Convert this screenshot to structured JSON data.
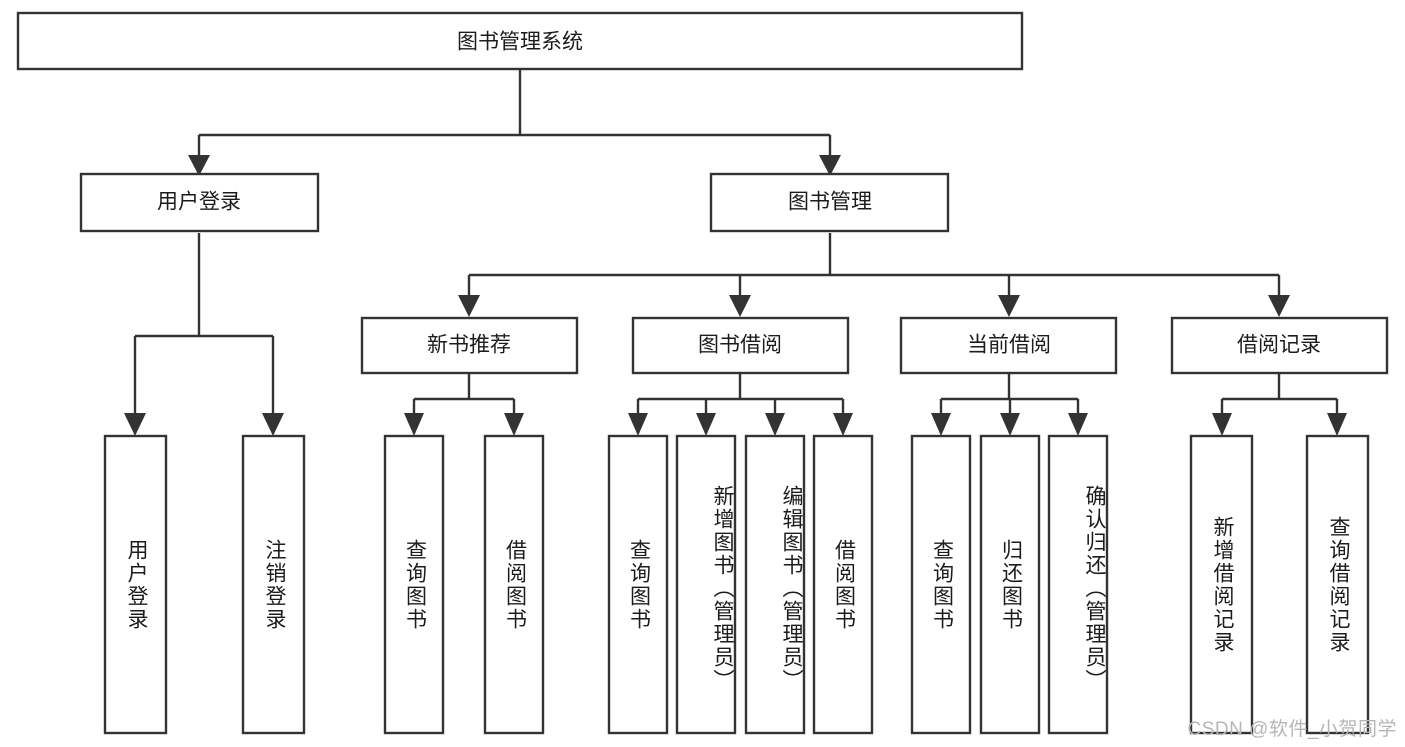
{
  "diagram": {
    "title": "图书管理系统",
    "type": "tree-hierarchy",
    "orientation": "top-down",
    "root": {
      "id": "root",
      "label": "图书管理系统",
      "level": 1
    },
    "level2": [
      {
        "id": "user-login",
        "label": "用户登录",
        "level": 2
      },
      {
        "id": "book-manage",
        "label": "图书管理",
        "level": 2
      }
    ],
    "level3": [
      {
        "id": "new-book-recommend",
        "label": "新书推荐",
        "level": 3,
        "parent": "book-manage"
      },
      {
        "id": "book-borrow",
        "label": "图书借阅",
        "level": 3,
        "parent": "book-manage"
      },
      {
        "id": "current-borrow",
        "label": "当前借阅",
        "level": 3,
        "parent": "book-manage"
      },
      {
        "id": "borrow-record",
        "label": "借阅记录",
        "level": 3,
        "parent": "book-manage"
      }
    ],
    "leaves": [
      {
        "id": "leaf-user-login",
        "label": "用户登录",
        "parent": "user-login"
      },
      {
        "id": "leaf-logout-login",
        "label": "注销登录",
        "parent": "user-login"
      },
      {
        "id": "leaf-query-book-1",
        "label": "查询图书",
        "parent": "new-book-recommend"
      },
      {
        "id": "leaf-borrow-book-1",
        "label": "借阅图书",
        "parent": "new-book-recommend"
      },
      {
        "id": "leaf-query-book-2",
        "label": "查询图书",
        "parent": "book-borrow"
      },
      {
        "id": "leaf-add-book",
        "label": "新增图书（管理员）",
        "parent": "book-borrow"
      },
      {
        "id": "leaf-edit-book",
        "label": "编辑图书（管理员）",
        "parent": "book-borrow"
      },
      {
        "id": "leaf-borrow-book-2",
        "label": "借阅图书",
        "parent": "book-borrow"
      },
      {
        "id": "leaf-query-book-3",
        "label": "查询图书",
        "parent": "current-borrow"
      },
      {
        "id": "leaf-return-book",
        "label": "归还图书",
        "parent": "current-borrow"
      },
      {
        "id": "leaf-confirm-return",
        "label": "确认归还（管理员）",
        "parent": "current-borrow"
      },
      {
        "id": "leaf-add-record",
        "label": "新增借阅记录",
        "parent": "borrow-record"
      },
      {
        "id": "leaf-query-record",
        "label": "查询借阅记录",
        "parent": "borrow-record"
      }
    ]
  },
  "watermark": {
    "text": "CSDN @软件_小贺同学"
  },
  "colors": {
    "box_stroke": "#333333",
    "box_fill": "#ffffff",
    "text": "#1c1c1c",
    "watermark": "#b6b6b6",
    "background": "#ffffff"
  }
}
